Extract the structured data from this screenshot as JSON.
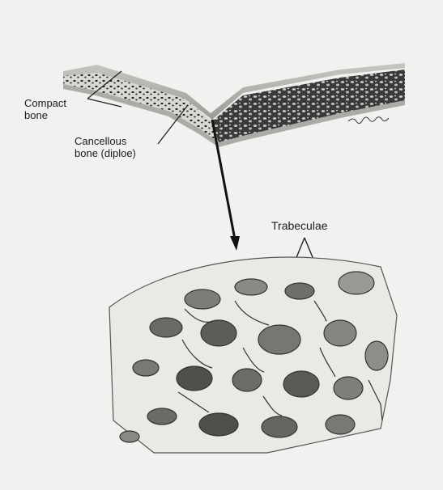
{
  "labels": {
    "compact_bone": [
      "Compact",
      "bone"
    ],
    "cancellous_bone": [
      "Cancellous",
      "bone (diploe)"
    ],
    "trabeculae": "Trabeculae"
  },
  "colors": {
    "paper": "#f1f1ef",
    "ink": "#1c1c1c",
    "shade": "#6b6b6b"
  },
  "icons": {
    "arrow": "down-arrow",
    "signature": "artist-signature"
  }
}
